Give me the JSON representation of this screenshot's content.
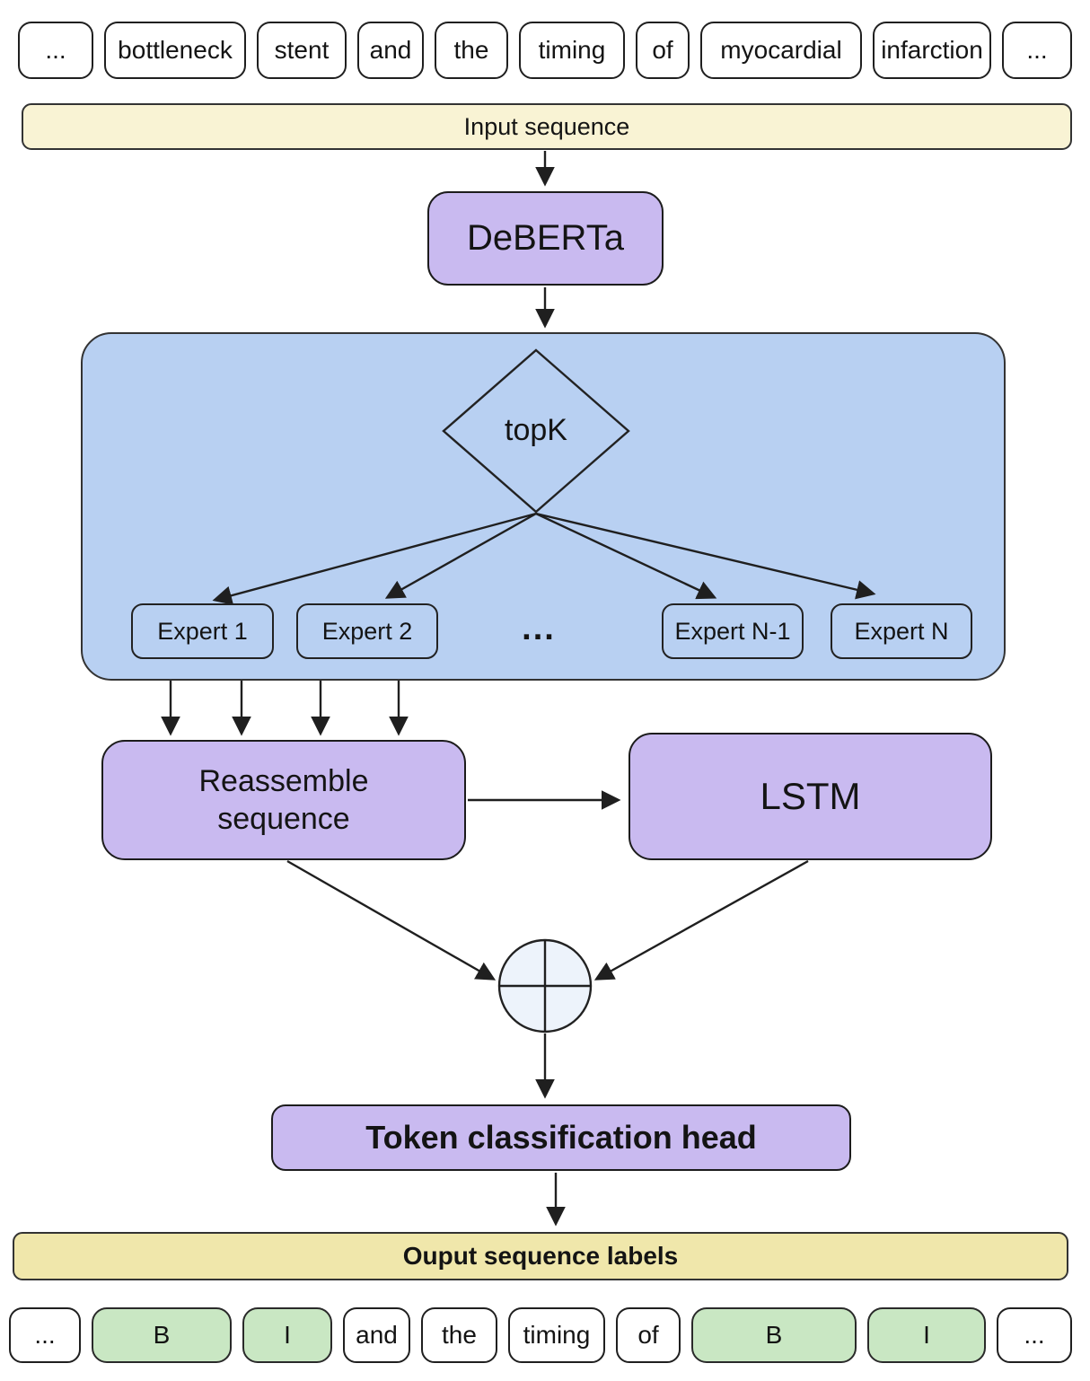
{
  "diagram": {
    "input_tokens": [
      "...",
      "bottleneck",
      "stent",
      "and",
      "the",
      "timing",
      "of",
      "myocardial",
      "infarction",
      "..."
    ],
    "input_bar_label": "Input sequence",
    "encoder_label": "DeBERTa",
    "router_label": "topK",
    "experts": [
      "Expert 1",
      "Expert 2",
      "Expert N-1",
      "Expert N"
    ],
    "experts_ellipsis": "...",
    "reassemble_label": "Reassemble sequence",
    "lstm_label": "LSTM",
    "merge_icon": "circled-plus",
    "head_label": "Token classification head",
    "output_bar_label": "Ouput sequence labels",
    "output_tokens": [
      "...",
      "B",
      "I",
      "and",
      "the",
      "timing",
      "of",
      "B",
      "I",
      "..."
    ],
    "colors": {
      "box_purple": "#c9baf0",
      "router_blue": "#b8d0f2",
      "bar_yellow_top": "#f9f3d4",
      "bar_yellow_bottom": "#f0e7ab",
      "token_green": "#c9e7c3",
      "merge_fill": "#edf3fb",
      "line": "#1f1f1f"
    }
  }
}
